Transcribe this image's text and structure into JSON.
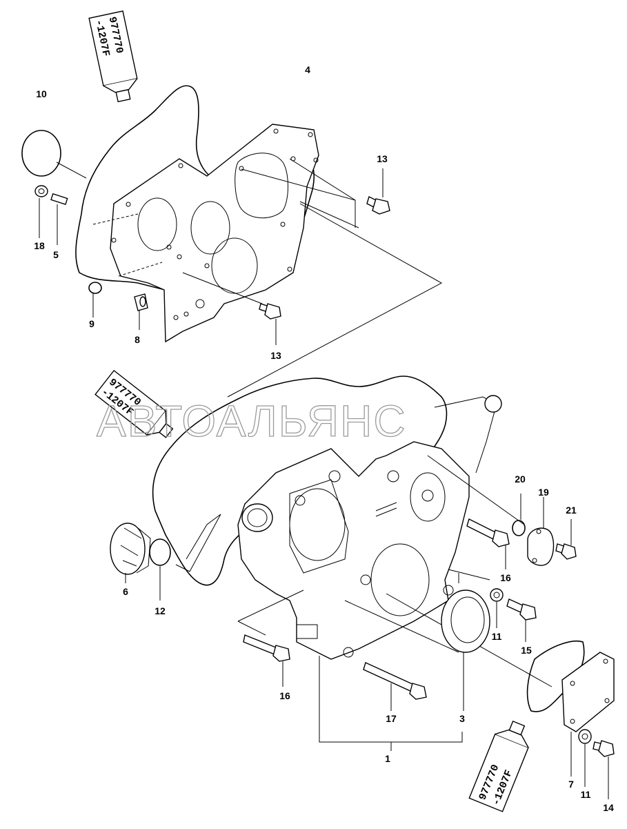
{
  "watermark": "АВТОАЛЬЯНС",
  "sealant_tube_lines": [
    "977770",
    "-1207F"
  ],
  "part_labels": [
    {
      "id": "p1",
      "text": "1"
    },
    {
      "id": "p3",
      "text": "3"
    },
    {
      "id": "p4",
      "text": "4"
    },
    {
      "id": "p5",
      "text": "5"
    },
    {
      "id": "p6",
      "text": "6"
    },
    {
      "id": "p7",
      "text": "7"
    },
    {
      "id": "p8",
      "text": "8"
    },
    {
      "id": "p9",
      "text": "9"
    },
    {
      "id": "p10",
      "text": "10"
    },
    {
      "id": "p11a",
      "text": "11"
    },
    {
      "id": "p11b",
      "text": "11"
    },
    {
      "id": "p12",
      "text": "12"
    },
    {
      "id": "p13a",
      "text": "13"
    },
    {
      "id": "p13b",
      "text": "13"
    },
    {
      "id": "p14",
      "text": "14"
    },
    {
      "id": "p15",
      "text": "15"
    },
    {
      "id": "p16a",
      "text": "16"
    },
    {
      "id": "p16b",
      "text": "16"
    },
    {
      "id": "p17",
      "text": "17"
    },
    {
      "id": "p18",
      "text": "18"
    },
    {
      "id": "p19",
      "text": "19"
    },
    {
      "id": "p20",
      "text": "20"
    },
    {
      "id": "p21",
      "text": "21"
    }
  ]
}
